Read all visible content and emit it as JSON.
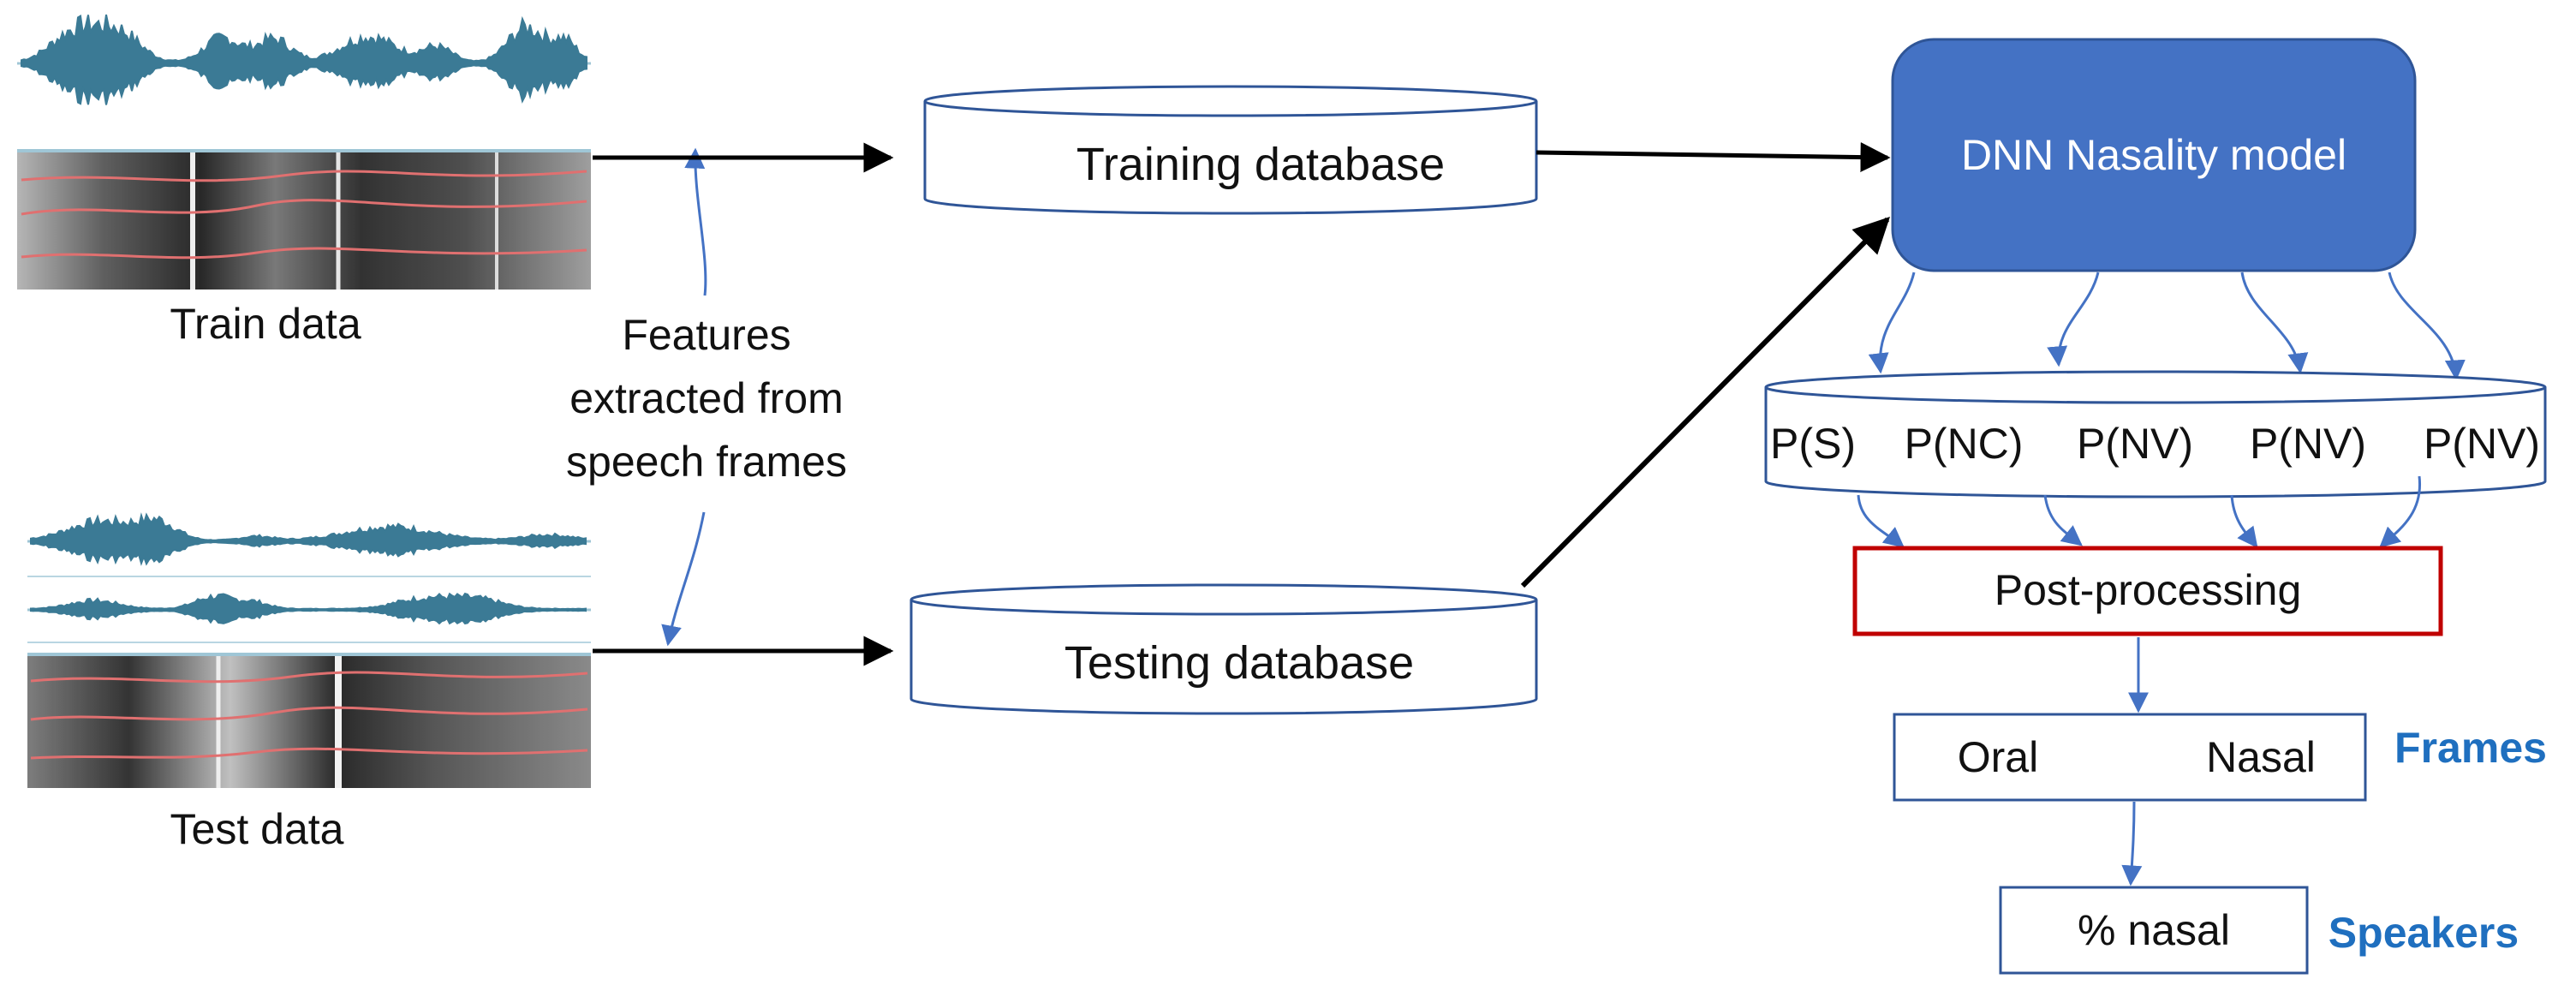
{
  "inputs": {
    "train_label": "Train data",
    "test_label": "Test data"
  },
  "features_note": [
    "Features",
    "extracted from",
    "speech frames"
  ],
  "databases": {
    "training": "Training database",
    "testing": "Testing database"
  },
  "model": {
    "label": "DNN Nasality model"
  },
  "outputs": [
    "P(S)",
    "P(NC)",
    "P(NV)",
    "P(NV)",
    "P(NV)"
  ],
  "post_processing": "Post-processing",
  "frames": {
    "oral": "Oral",
    "nasal": "Nasal",
    "tag": "Frames"
  },
  "speakers": {
    "value": "% nasal",
    "tag": "Speakers"
  },
  "colors": {
    "model_fill": "#4472c4",
    "outline_blue": "#2f5597",
    "post_border": "#c00000",
    "tag_text": "#1f6fbf",
    "waveform": "#3b7a95",
    "arrow_black": "#000000",
    "arrow_blue": "#4472c4"
  }
}
